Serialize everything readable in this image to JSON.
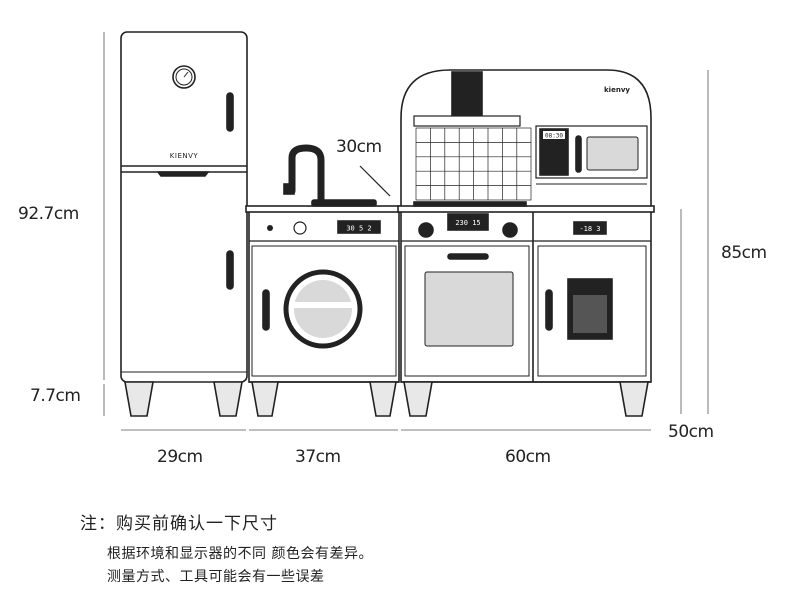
{
  "brand": {
    "fridge_logo": "KIENVY",
    "hood_logo": "kienvy"
  },
  "displays": {
    "washer": "30 5 2",
    "stove": "230 15",
    "dishwasher": "-18 3",
    "microwave": "08:30"
  },
  "dimensions": {
    "total_height": "92.7cm",
    "leg_height": "7.7cm",
    "counter_height": "85cm",
    "depth": "50cm",
    "sink_height": "30cm",
    "fridge_width": "29cm",
    "washer_width": "37cm",
    "stove_width": "60cm"
  },
  "note": {
    "title": "注：购买前确认一下尺寸",
    "line1": "根据环境和显示器的不同 颜色会有差异。",
    "line2": "测量方式、工具可能会有一些误差"
  },
  "colors": {
    "line": "#222222",
    "panel": "#d9d9d9",
    "leg": "#e8e8e8"
  }
}
